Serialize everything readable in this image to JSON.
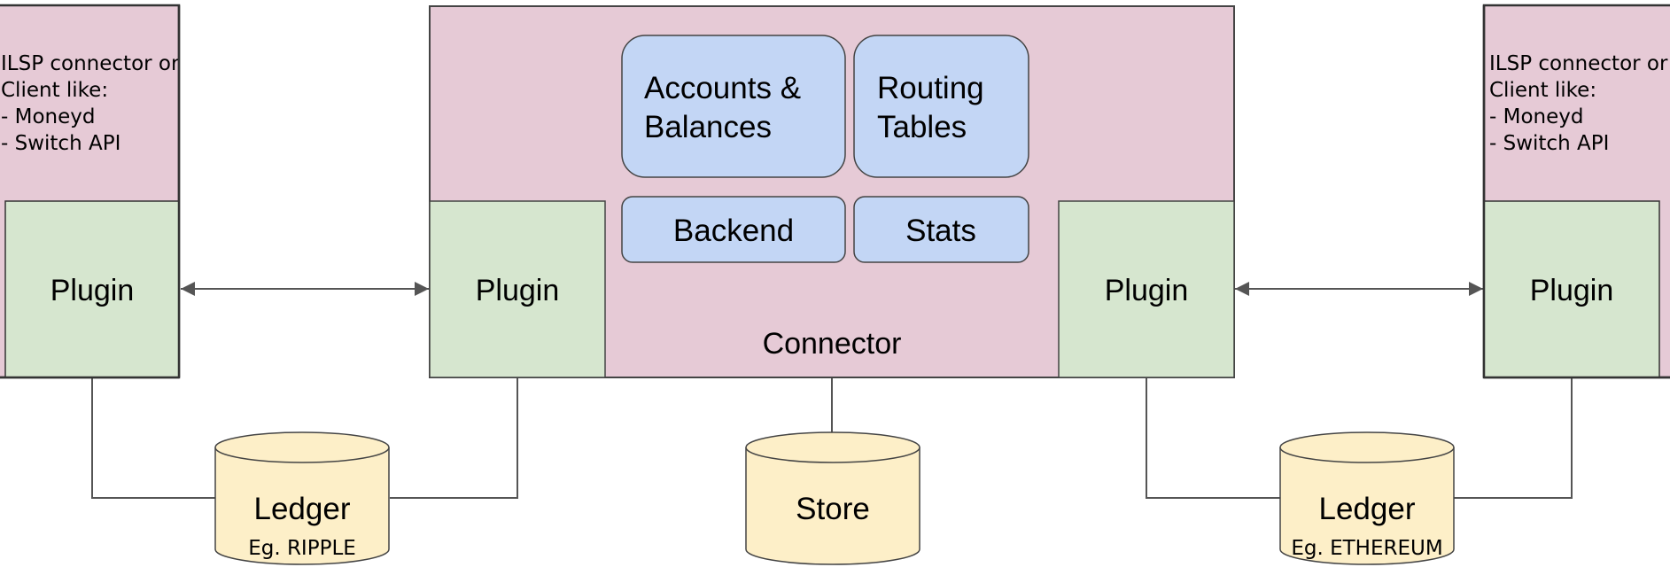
{
  "colors": {
    "pink": "#e6cad6",
    "green": "#d6e6cf",
    "blue": "#c3d6f5",
    "yellow": "#fdefc8",
    "line": "#555555"
  },
  "left_node": {
    "description_lines": [
      "ILSP connector or",
      "Client like:",
      "- Moneyd",
      "- Switch API"
    ],
    "plugin_label": "Plugin"
  },
  "right_node": {
    "description_lines": [
      "ILSP connector or",
      "Client like:",
      "- Moneyd",
      "- Switch API"
    ],
    "plugin_label": "Plugin"
  },
  "connector": {
    "label": "Connector",
    "left_plugin_label": "Plugin",
    "right_plugin_label": "Plugin",
    "modules": {
      "accounts": [
        "Accounts &",
        "Balances"
      ],
      "routing": [
        "Routing",
        "Tables"
      ],
      "backend": "Backend",
      "stats": "Stats"
    }
  },
  "ledger_left": {
    "title": "Ledger",
    "subtitle": "Eg. RIPPLE"
  },
  "store": {
    "title": "Store"
  },
  "ledger_right": {
    "title": "Ledger",
    "subtitle": "Eg. ETHEREUM"
  }
}
